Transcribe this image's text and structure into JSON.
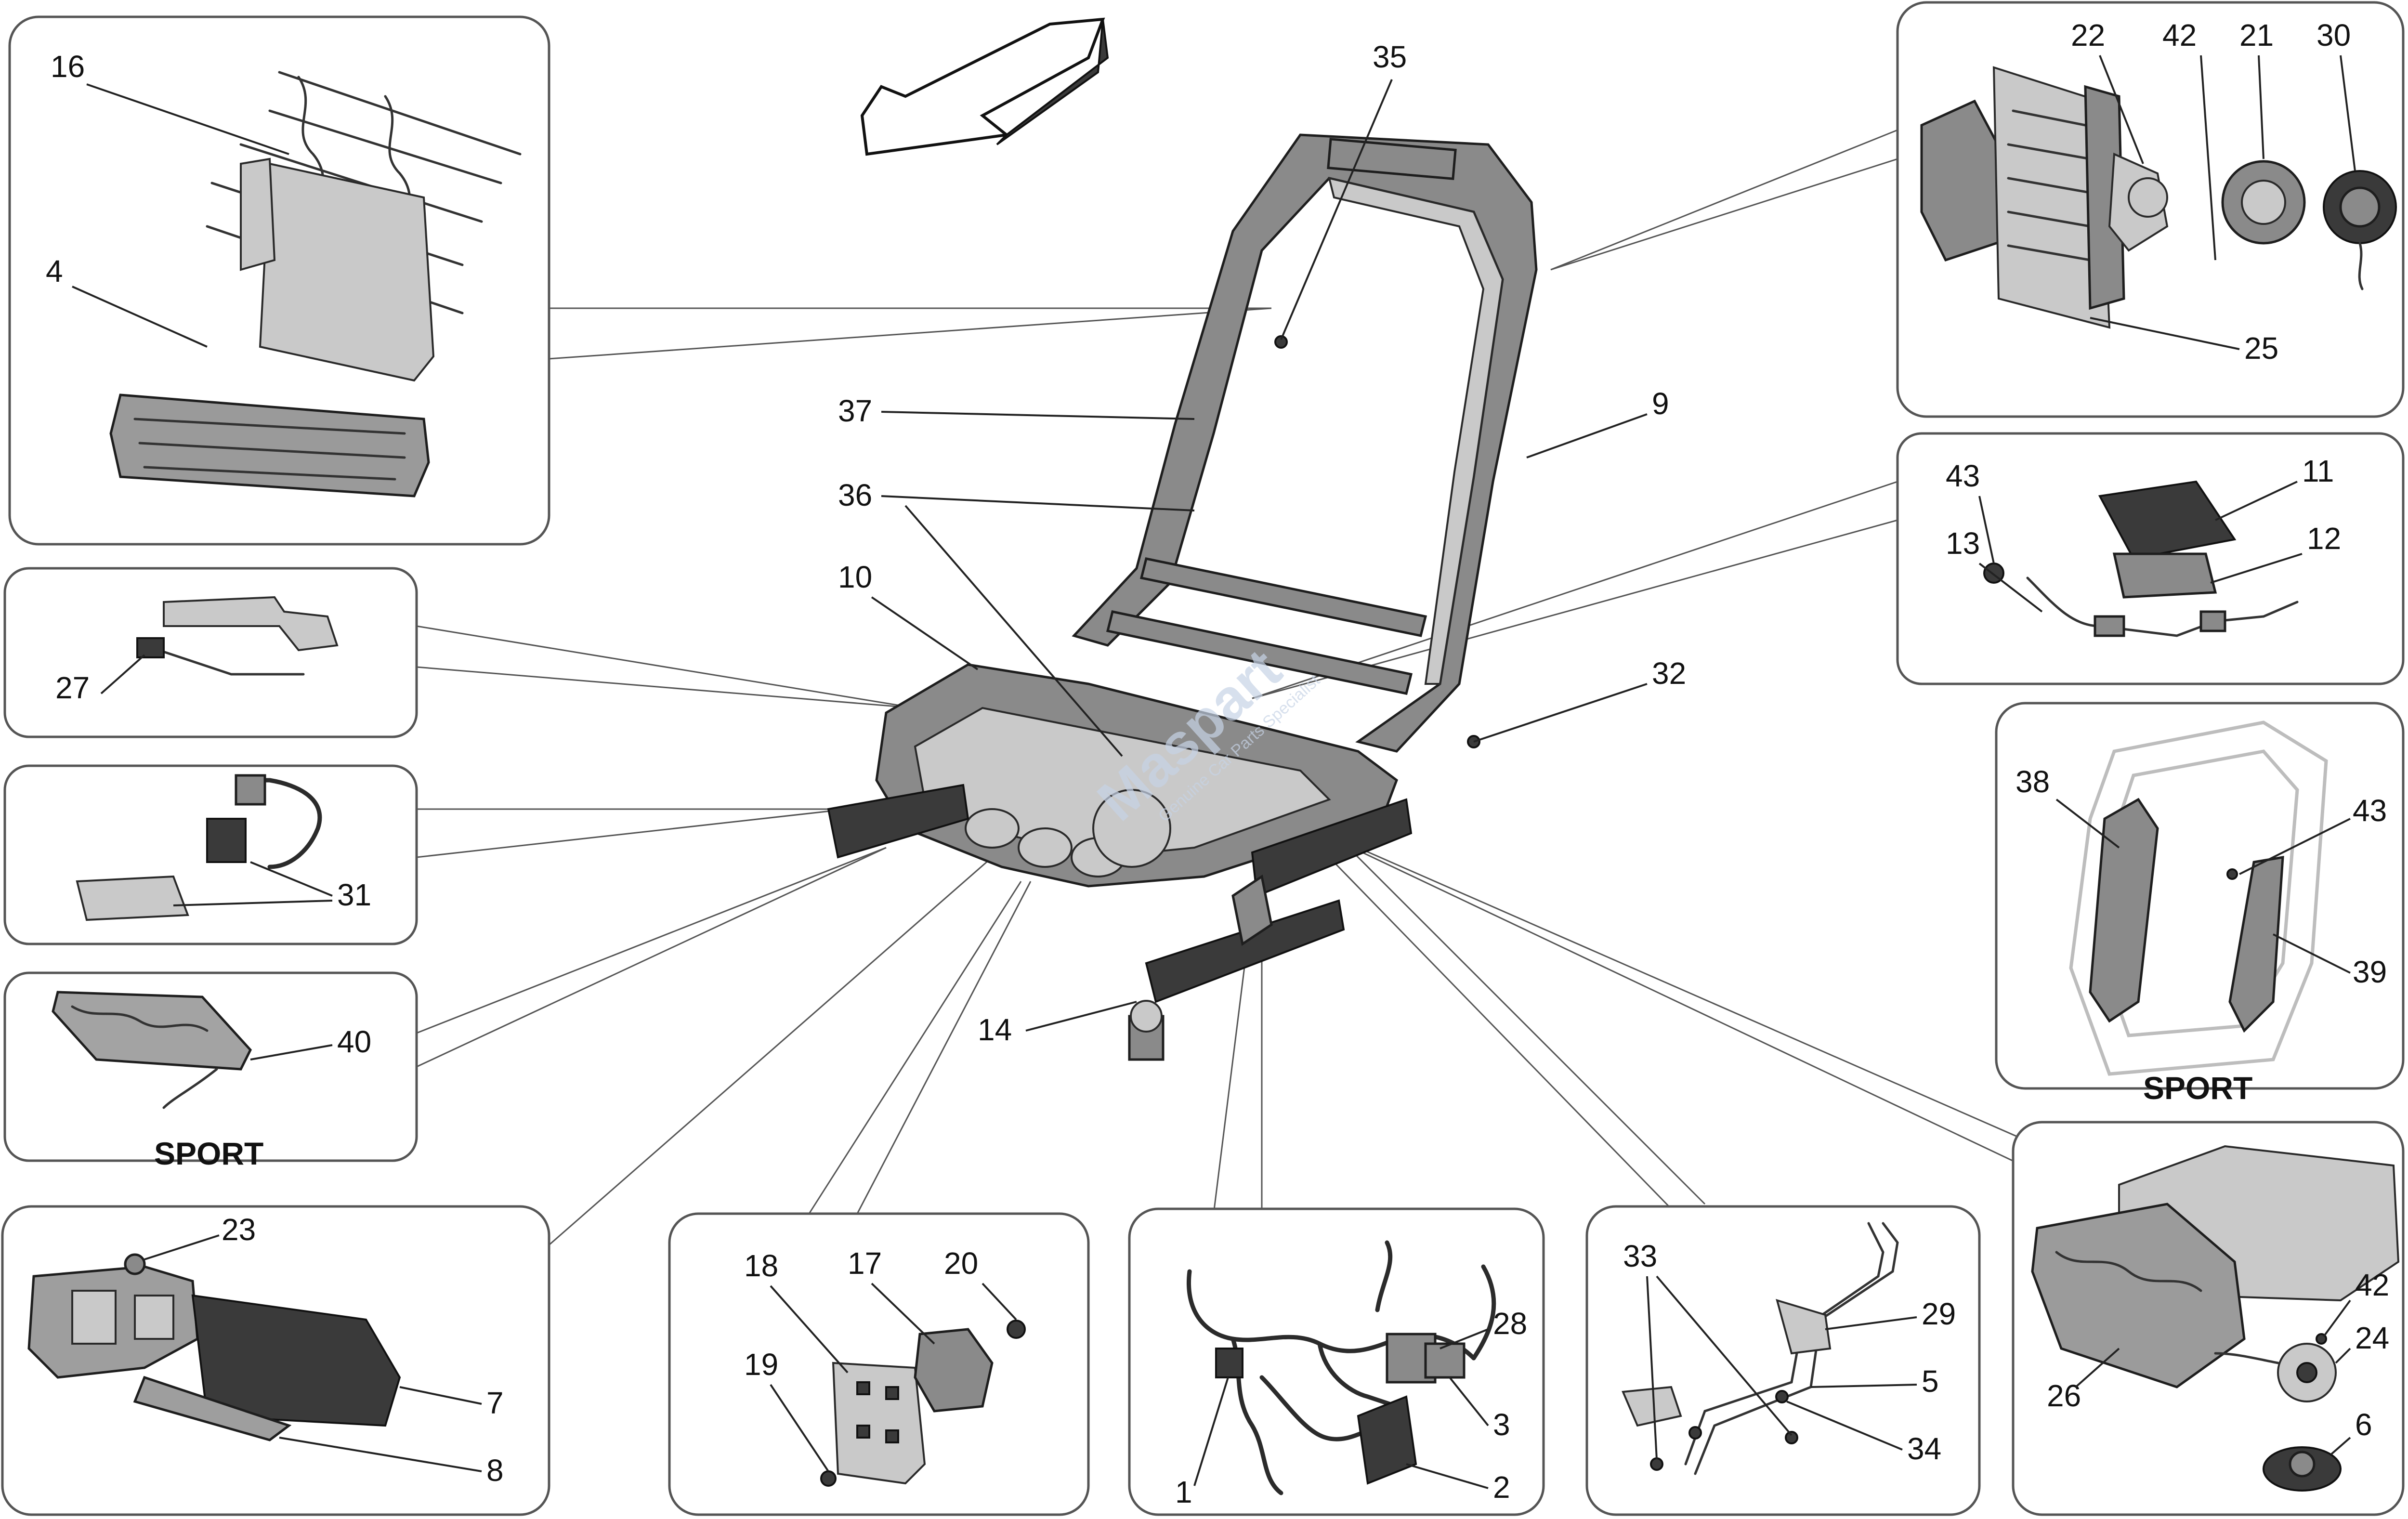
{
  "watermark": {
    "text": "Maspart",
    "subtext": "Genuine Car Parts Specialist"
  },
  "tags": {
    "sport_1": "SPORT",
    "sport_2": "SPORT"
  },
  "labels": {
    "n16": "16",
    "n4": "4",
    "n35": "35",
    "n37": "37",
    "n36": "36",
    "n10": "10",
    "n9": "9",
    "n22": "22",
    "n42a": "42",
    "n21": "21",
    "n30": "30",
    "n25": "25",
    "n43a": "43",
    "n11": "11",
    "n13": "13",
    "n12": "12",
    "n32": "32",
    "n27": "27",
    "n31": "31",
    "n40": "40",
    "n38": "38",
    "n43b": "43",
    "n39": "39",
    "n14": "14",
    "n23": "23",
    "n7": "7",
    "n8": "8",
    "n18": "18",
    "n17": "17",
    "n20": "20",
    "n19": "19",
    "n28": "28",
    "n3": "3",
    "n1": "1",
    "n2": "2",
    "n33": "33",
    "n29": "29",
    "n5": "5",
    "n34": "34",
    "n42b": "42",
    "n24": "24",
    "n26": "26",
    "n6": "6"
  }
}
